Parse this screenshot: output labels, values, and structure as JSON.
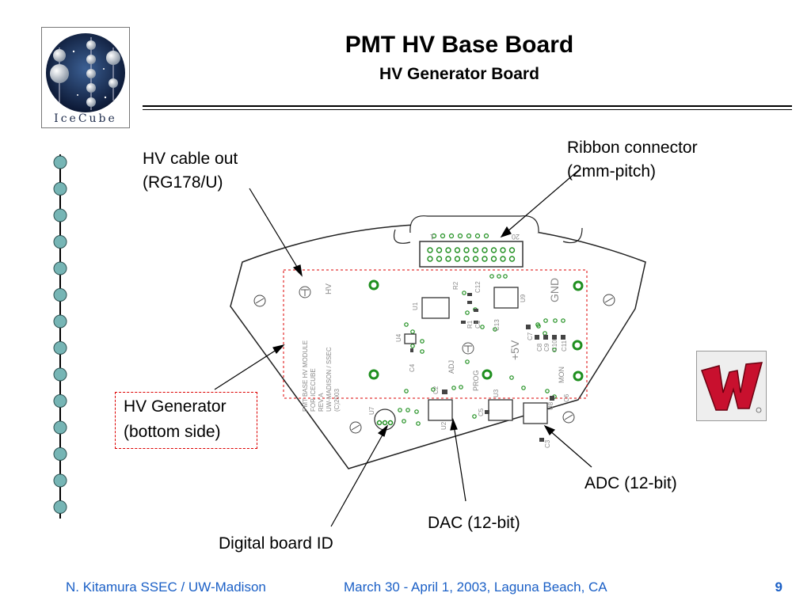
{
  "slide": {
    "title": "PMT HV Base Board",
    "subtitle": "HV Generator Board"
  },
  "logo": {
    "text": "IceCube"
  },
  "annotations": {
    "hv_cable": {
      "line1": "HV cable out",
      "line2": "(RG178/U)"
    },
    "ribbon": {
      "line1": "Ribbon connector",
      "line2": "(2mm-pitch)"
    },
    "hv_generator": {
      "line1": "HV Generator",
      "line2": "(bottom side)"
    },
    "adc": "ADC (12-bit)",
    "dac": "DAC (12-bit)",
    "digital_id": "Digital board ID"
  },
  "board": {
    "silkscreen": {
      "module_lines": [
        "PMT BASE HV MODULE",
        "FOR ICECUBE",
        "REV A",
        "UW-MADISON / SSEC",
        "(C)2003"
      ],
      "hv": "HV",
      "gnd": "GND",
      "plus5v": "+5V",
      "adj": "ADJ",
      "prog": "PROG",
      "mon": "MON",
      "pin1": "1",
      "pin20": "20",
      "refs": [
        "U1",
        "U4",
        "C4",
        "R2",
        "C12",
        "R1",
        "C1",
        "C13",
        "U9",
        "C7",
        "C8",
        "C9",
        "C10",
        "C11",
        "C2",
        "U2",
        "C5",
        "U3",
        "U8",
        "C6",
        "C3",
        "U7"
      ]
    }
  },
  "footer": {
    "author": "N. Kitamura SSEC / UW-Madison",
    "event": "March 30 - April 1, 2003, Laguna Beach, CA",
    "page": "9"
  },
  "colors": {
    "footer_text": "#1a5fc6",
    "dom_sphere": "#76b5b5",
    "highlight_box": "#dd0000",
    "pcb_pad": "#1f8f1f"
  }
}
